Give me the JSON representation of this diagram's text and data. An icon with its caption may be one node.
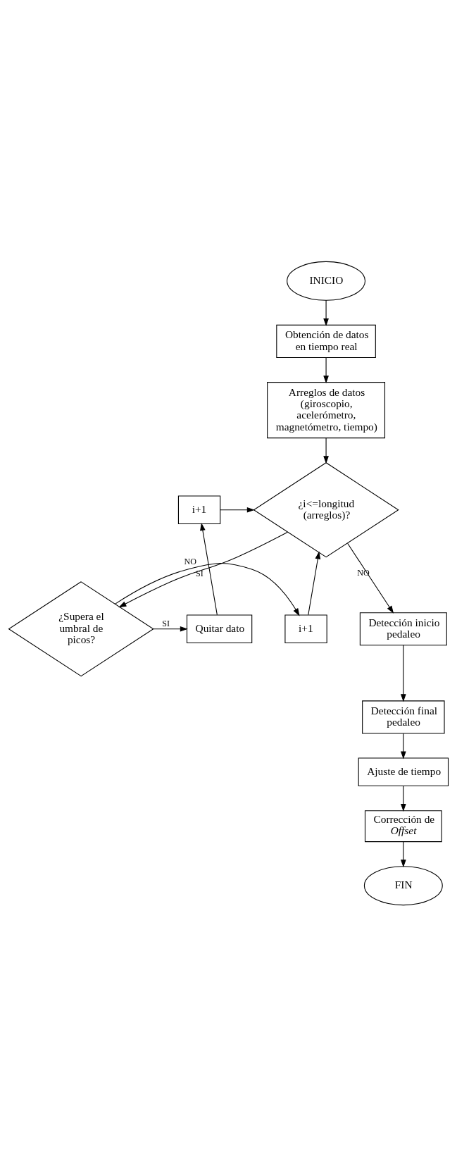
{
  "diagram": {
    "nodes": [
      {
        "text": [
          "INICIO"
        ]
      },
      {
        "text": [
          "Obtención de datos en tiempo real"
        ]
      },
      {
        "text": [
          "Arreglos de datos (giroscopio, acelerómetro, magnetómetro, tiempo)"
        ]
      },
      {
        "text": [
          "¿i<=longitud (arreglos)?"
        ]
      },
      {
        "text": [
          "i+1"
        ]
      },
      {
        "text": [
          "¿Supera el umbral de picos?"
        ]
      },
      {
        "text": [
          "i+1"
        ]
      },
      {
        "text": [
          "Quitar dato"
        ]
      },
      {
        "text": [
          "Detección inicio pedaleo"
        ]
      },
      {
        "text": [
          "Detección final pedaleo"
        ]
      },
      {
        "text": [
          "Ajuste de tiempo"
        ]
      },
      {
        "text": [
          "Corrección de *Offset*"
        ]
      },
      {
        "text": [
          "FIN"
        ]
      }
    ],
    "edges": [
      {
        "from": 0,
        "to": 1,
        "arrow": "to"
      },
      {
        "from": 1,
        "to": 2,
        "arrow": "to"
      },
      {
        "from": 2,
        "to": 3,
        "arrow": "to"
      },
      {
        "from": 4,
        "to": 3,
        "arrow": "to"
      },
      {
        "from": 6,
        "to": 3,
        "arrow": "to"
      },
      {
        "from": 3,
        "to": 8,
        "label": "NO",
        "arrow": "to"
      },
      {
        "from": 3,
        "to": 5,
        "label": "SI",
        "arrow": "to"
      },
      {
        "from": 5,
        "to": 4,
        "label": "NO",
        "arrow": "to"
      },
      {
        "from": 5,
        "to": 7,
        "label": "SI",
        "arrow": "to"
      },
      {
        "from": 7,
        "to": 6,
        "arrow": "to"
      },
      {
        "from": 8,
        "to": 9,
        "arrow": "to"
      },
      {
        "from": 9,
        "to": 10,
        "arrow": "to"
      },
      {
        "from": 10,
        "to": 11,
        "arrow": "to"
      },
      {
        "from": 11,
        "to": 12,
        "arrow": "to"
      }
    ]
  }
}
